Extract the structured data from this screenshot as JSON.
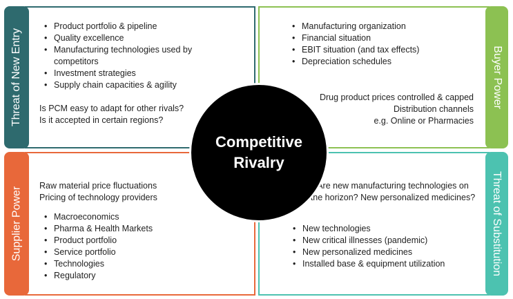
{
  "threat_new_entry": {
    "label": "Threat of New Entry",
    "color": "#2e6a6e",
    "bullets": [
      "Product portfolio & pipeline",
      "Quality excellence",
      "Manufacturing technologies used by competitors",
      "Investment strategies",
      "Supply chain capacities & agility"
    ],
    "questions": [
      "Is PCM easy to adapt for other rivals?",
      "Is it accepted in certain regions?"
    ]
  },
  "buyer_power": {
    "label": "Buyer Power",
    "color": "#8cc152",
    "bullets": [
      "Manufacturing organization",
      "Financial situation",
      "EBIT situation (and tax effects)",
      "Depreciation schedules"
    ],
    "notes": [
      "Drug product prices controlled & capped",
      "Distribution channels",
      "e.g. Online or Pharmacies"
    ]
  },
  "supplier_power": {
    "label": "Supplier Power",
    "color": "#e8683a",
    "notes": [
      "Raw material price fluctuations",
      "Pricing of technology providers"
    ],
    "bullets": [
      "Macroeconomics",
      "Pharma & Health Markets",
      "Product portfolio",
      "Service portfolio",
      "Technologies",
      "Regulatory"
    ]
  },
  "threat_substitution": {
    "label": "Threat of Substitution",
    "color": "#4cc2b0",
    "questions": [
      "Are new manufacturing technologies on",
      "the horizon? New personalized medicines?"
    ],
    "bullets": [
      "New technologies",
      "New critical illnesses (pandemic)",
      "New personalized medicines",
      "Installed base & equipment utilization"
    ]
  },
  "center": {
    "title_line1": "Competitive",
    "title_line2": "Rivalry"
  }
}
